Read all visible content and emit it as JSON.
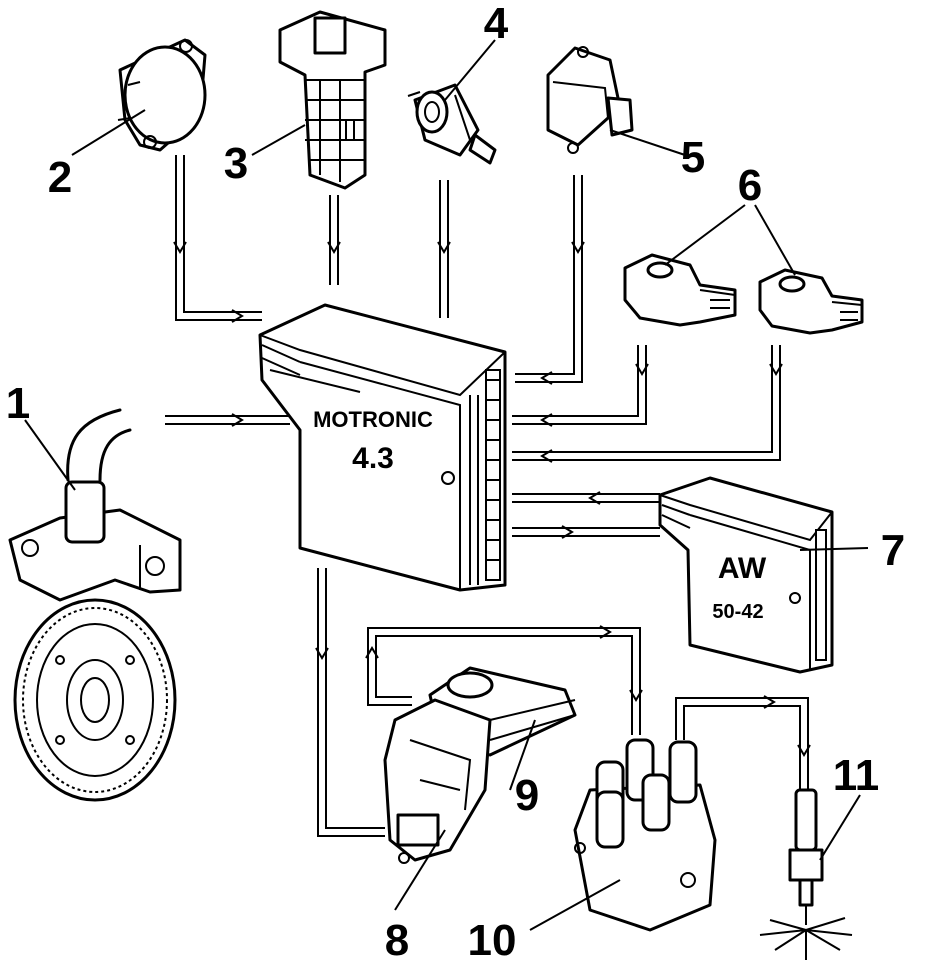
{
  "ecu": {
    "line1": "MOTRONIC",
    "line2": "4.3"
  },
  "tcu": {
    "line1": "AW",
    "line2": "50-42"
  },
  "callouts": [
    "1",
    "2",
    "3",
    "4",
    "5",
    "6",
    "7",
    "8",
    "9",
    "10",
    "11"
  ]
}
